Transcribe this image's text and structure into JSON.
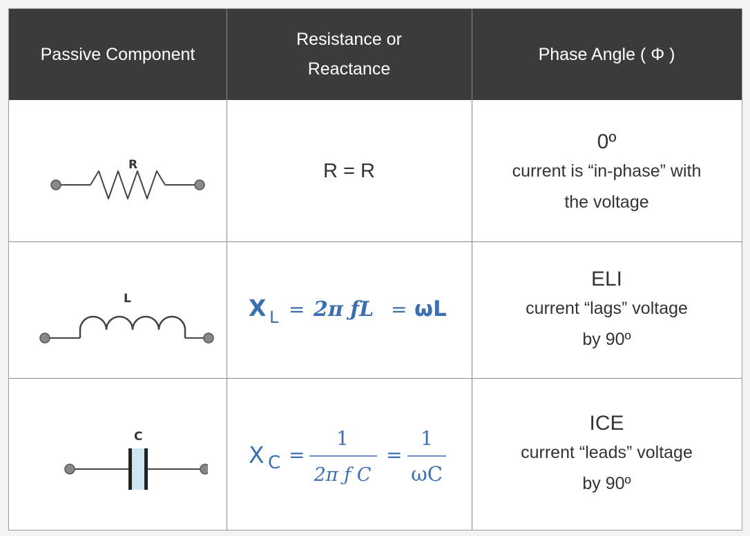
{
  "header": {
    "col1": "Passive Component",
    "col2_line1": "Resistance or",
    "col2_line2": "Reactance",
    "col3": "Phase Angle ( Φ )"
  },
  "rows": [
    {
      "symbol_label": "R",
      "formula": "R = R",
      "phase_title": "0º",
      "phase_desc_1": "current is “in-phase” with",
      "phase_desc_2": "the voltage"
    },
    {
      "symbol_label": "L",
      "formula": {
        "x": "X",
        "sub": "L",
        "eq1": "=",
        "mid": "2π ƒL",
        "eq2": "=",
        "end": "ωL"
      },
      "phase_title": "ELI",
      "phase_desc_1": "current “lags” voltage",
      "phase_desc_2": "by 90º"
    },
    {
      "symbol_label": "C",
      "formula": {
        "x": "X",
        "sub": "C",
        "eq1": "=",
        "num1": "1",
        "den1": "2π ƒ C",
        "eq2": "=",
        "num2": "1",
        "den2": "ωC"
      },
      "phase_title": "ICE",
      "phase_desc_1": "current “leads” voltage",
      "phase_desc_2": "by 90º"
    }
  ],
  "colors": {
    "header_bg": "#3b3b3b",
    "formula_blue": "#3a6fb0",
    "capacitor_fill": "#cde6f2"
  },
  "icons": [
    "resistor-symbol-icon",
    "inductor-symbol-icon",
    "capacitor-symbol-icon"
  ]
}
